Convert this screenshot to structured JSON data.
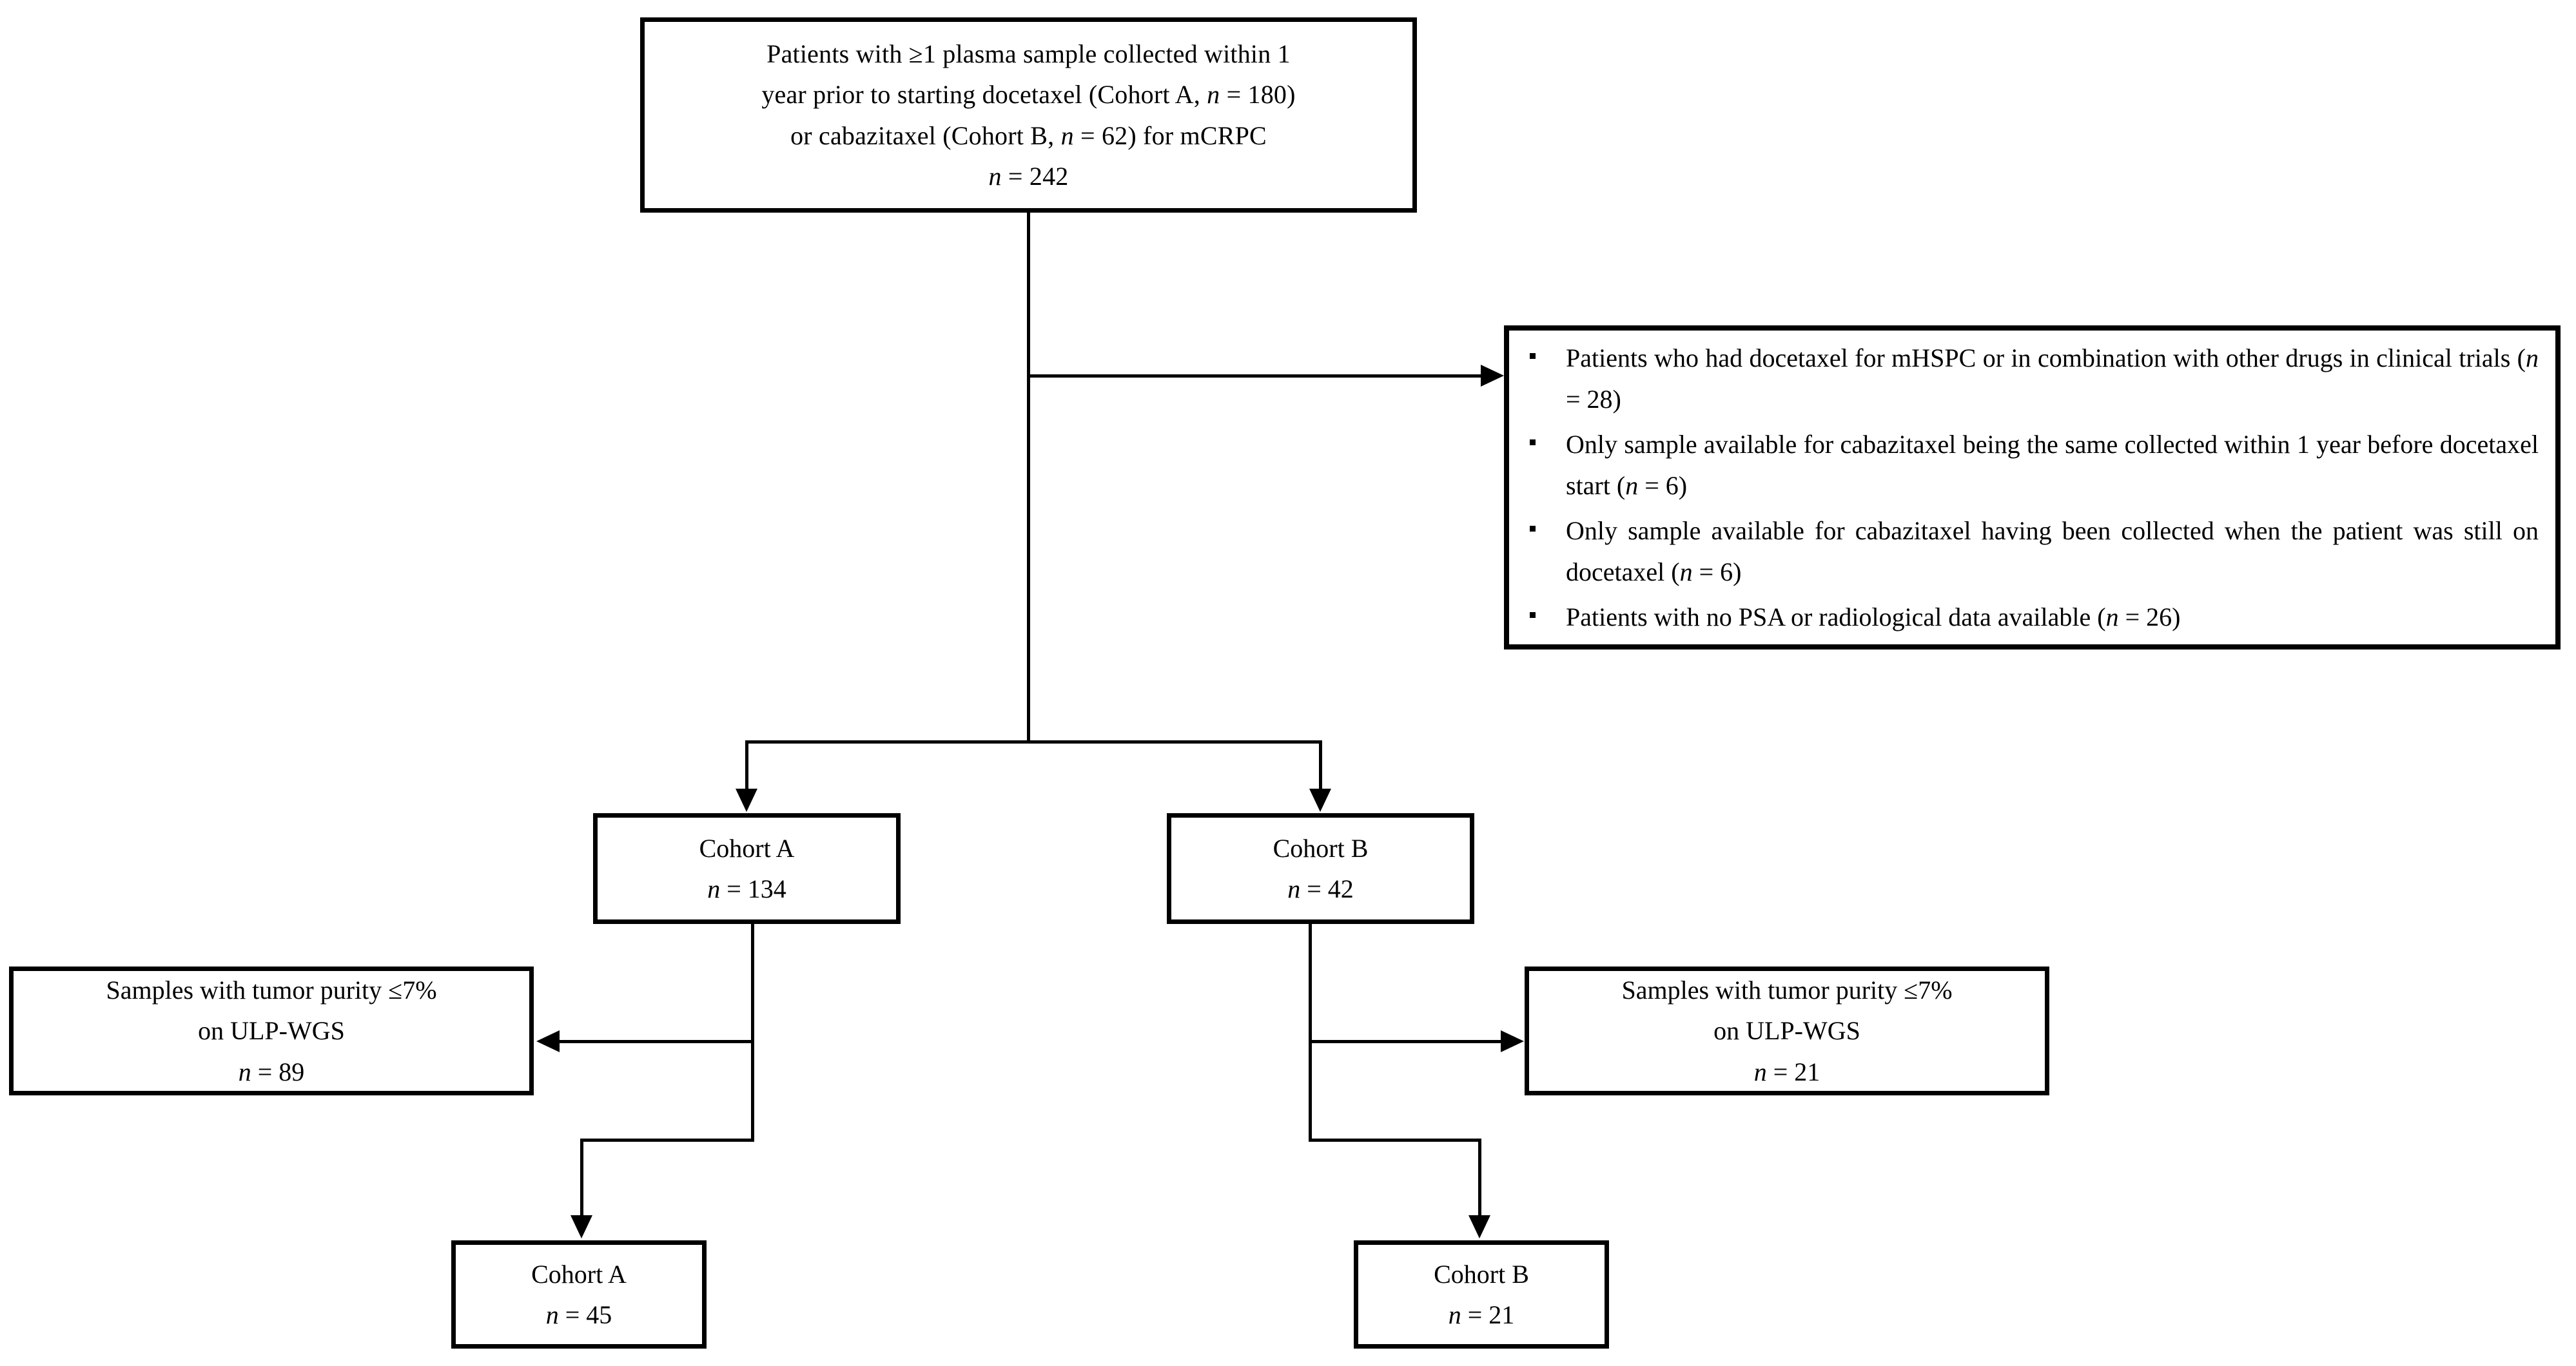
{
  "figure": {
    "type": "flowchart",
    "title": "Patient selection CONSORT-style flow diagram"
  },
  "boxes": {
    "entry": {
      "line1": "Patients with ≥1 plasma sample collected within 1",
      "line2": "year prior to starting docetaxel (Cohort A, n = 180)",
      "line3": "or cabazitaxel (Cohort B, n = 62) for mCRPC",
      "line4": "n = 242"
    },
    "exclusions": {
      "bullets": [
        "Patients who had docetaxel for mHSPC or in combination with other drugs in clinical trials (n = 28)",
        "Only sample available for cabazitaxel being the same collected within 1 year before docetaxel start (n = 6)",
        "Only sample available for cabazitaxel having been collected when the patient was still on docetaxel (n = 6)",
        "Patients with no PSA or radiological data available (n = 26)"
      ]
    },
    "cohort_a_1": {
      "label": "Cohort A",
      "count": "n = 134"
    },
    "cohort_b_1": {
      "label": "Cohort B",
      "count": "n = 42"
    },
    "purity_left": {
      "line1": "Samples with tumor purity ≤7%",
      "line2": "on ULP-WGS",
      "line3": "n = 89"
    },
    "purity_right": {
      "line1": "Samples with tumor purity ≤7%",
      "line2": "on ULP-WGS",
      "line3": "n = 21"
    },
    "cohort_a_2": {
      "label": "Cohort A",
      "count": "n = 45"
    },
    "cohort_b_2": {
      "label": "Cohort B",
      "count": "n = 21"
    }
  },
  "colors": {
    "stroke": "#000000",
    "background": "#ffffff",
    "text": "#000000"
  }
}
